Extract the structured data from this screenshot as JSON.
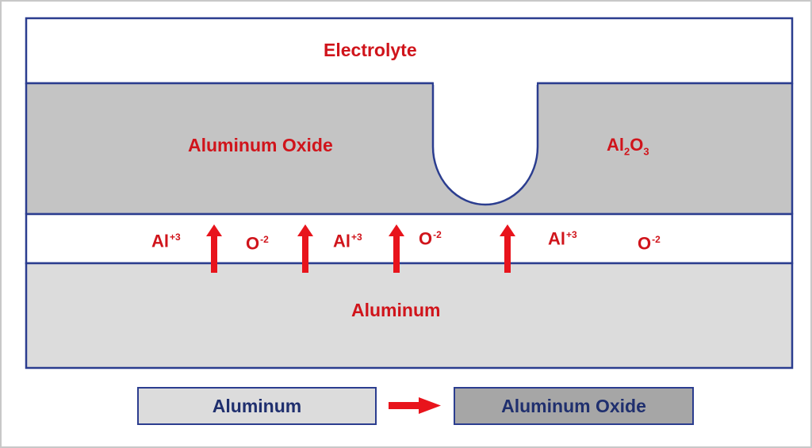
{
  "diagram": {
    "layers": {
      "electrolyte": "Electrolyte",
      "oxide": "Aluminum Oxide",
      "oxide_formula": {
        "base": "Al",
        "sub1": "2",
        "mid": "O",
        "sub2": "3"
      },
      "metal": "Aluminum"
    },
    "ions": [
      {
        "base": "Al",
        "charge": "+3"
      },
      {
        "base": "O",
        "charge": "-2"
      },
      {
        "base": "Al",
        "charge": "+3"
      },
      {
        "base": "O",
        "charge": "-2"
      },
      {
        "base": "Al",
        "charge": "+3"
      },
      {
        "base": "O",
        "charge": "-2"
      }
    ],
    "legend": {
      "from": "Aluminum",
      "to": "Aluminum Oxide"
    },
    "colors": {
      "border": "#2b3d8f",
      "label_red": "#d0141b",
      "oxide_fill": "#c4c4c4",
      "metal_fill": "#dcdcdc",
      "arrow_red": "#e8141c"
    }
  }
}
